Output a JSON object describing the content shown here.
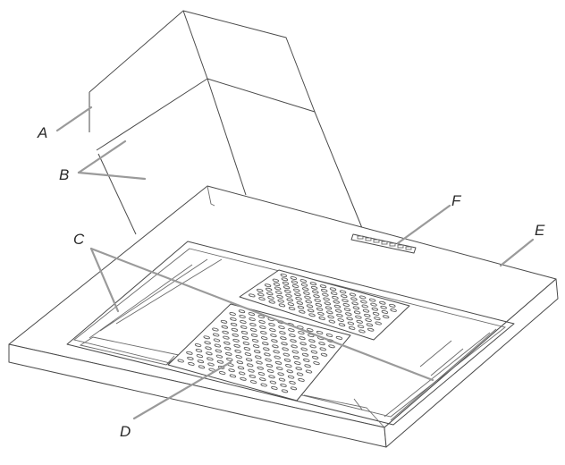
{
  "labels": {
    "a": "A",
    "b": "B",
    "c": "C",
    "d": "D",
    "e": "E",
    "f": "F"
  },
  "colors": {
    "line": "#4a4a4a",
    "leader": "#9a9a9a",
    "background": "#ffffff"
  }
}
